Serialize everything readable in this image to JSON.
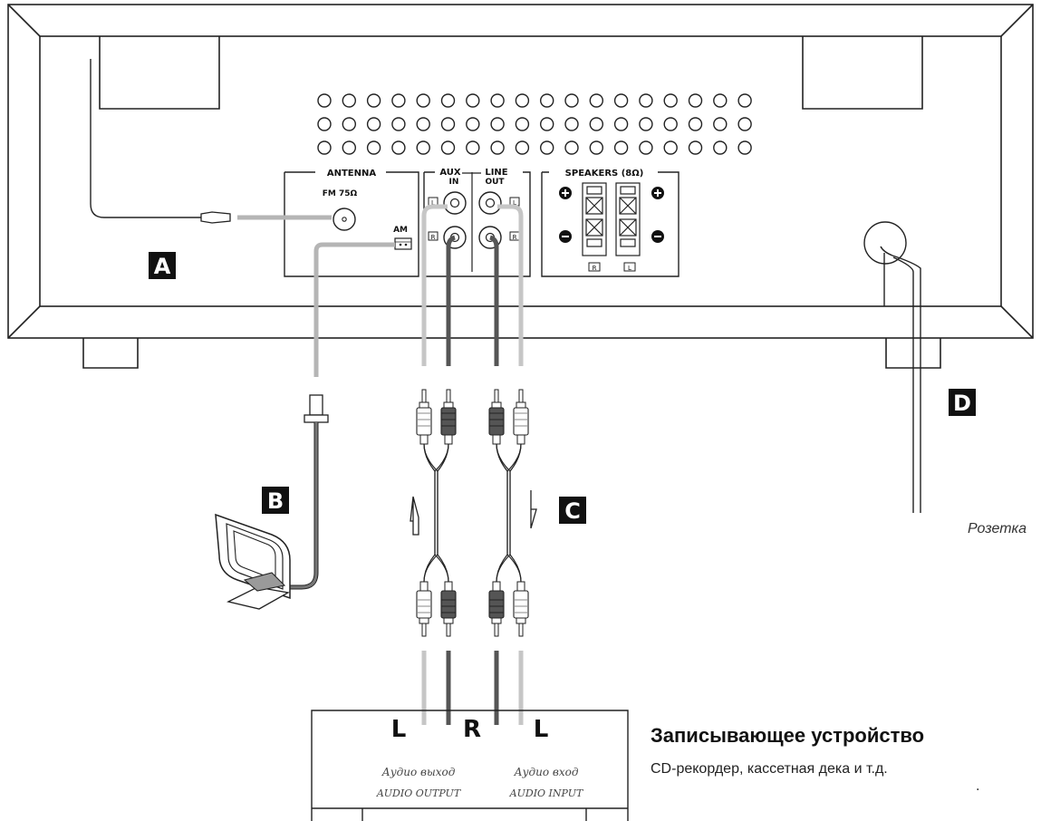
{
  "unit": {
    "antenna_label": "ANTENNA",
    "fm_label": "FM 75Ω",
    "am_label": "AM",
    "aux_label": "AUX",
    "aux_sub": "IN",
    "line_label": "LINE",
    "line_sub": "OUT",
    "speakers_label": "SPEAKERS (8Ω)",
    "jack_l": "L",
    "jack_r": "R"
  },
  "markers": {
    "a": "A",
    "b": "B",
    "c": "C",
    "d": "D"
  },
  "recorder": {
    "title": "Записывающее устройство",
    "description": "CD-рекордер, кассетная дека и т.д.",
    "jack_left": "L",
    "jack_right": "R",
    "jack_left2": "L",
    "output_ru": "Аудио выход",
    "output_en": "AUDIO OUTPUT",
    "input_ru": "Аудио вход",
    "input_en": "AUDIO INPUT"
  },
  "outlet_label": "Розетка",
  "stray_mark": "."
}
